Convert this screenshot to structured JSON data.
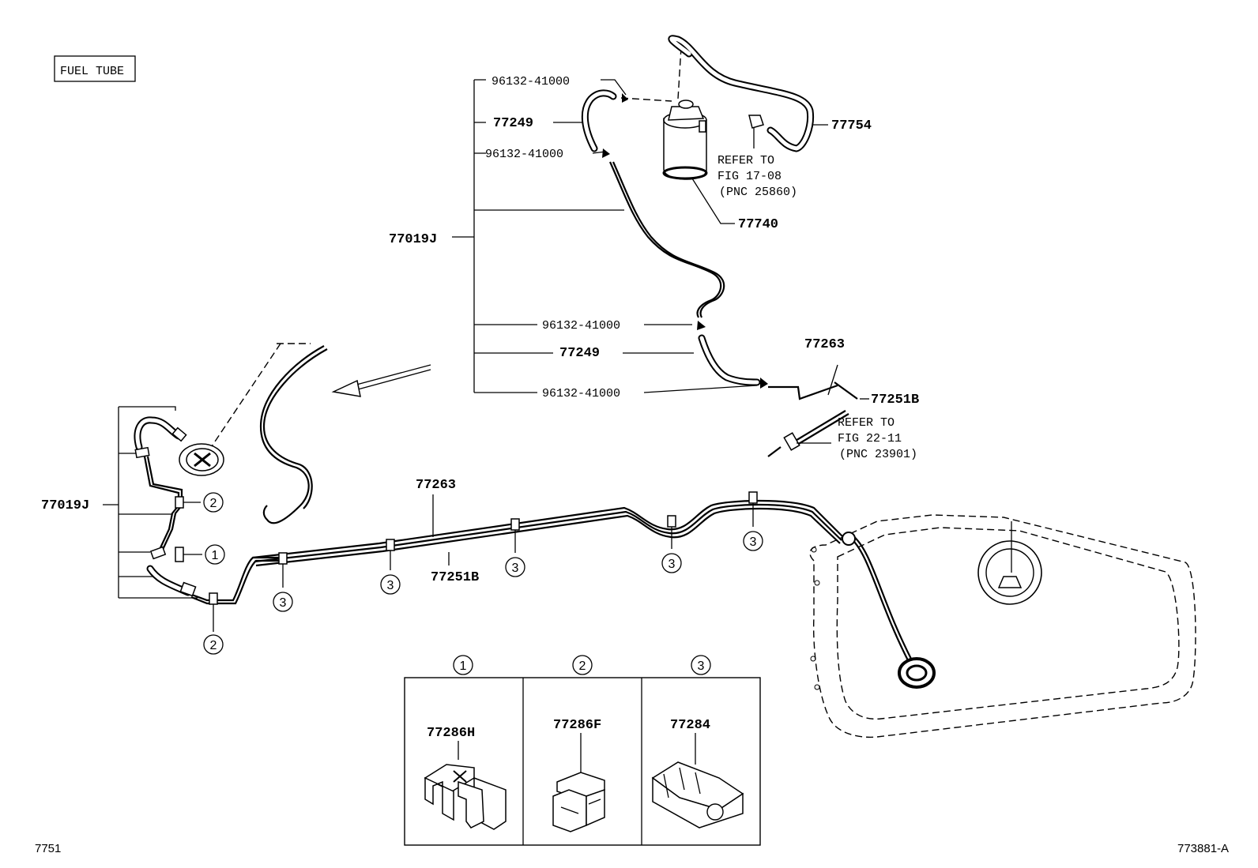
{
  "header": {
    "section_label": "FUEL TUBE"
  },
  "footer": {
    "page_code": "7751",
    "figure_code": "773881-A"
  },
  "callouts": {
    "clamp_1": "96132-41000",
    "hose_upper": "77249",
    "clamp_2": "96132-41000",
    "assembly_upper": "77019J",
    "clamp_3": "96132-41000",
    "hose_lower": "77249",
    "clamp_4": "96132-41000",
    "canister_hose": "77754",
    "canister": "77740",
    "tube_77263_right": "77263",
    "tube_77251b_right": "77251B",
    "tube_77263_mid": "77263",
    "tube_77251b_mid": "77251B",
    "assembly_left": "77019J"
  },
  "references": {
    "ref_1": {
      "line1": "REFER TO",
      "line2": "FIG 17-08",
      "line3": "(PNC 25860)"
    },
    "ref_2": {
      "line1": "REFER TO",
      "line2": "FIG 22-11",
      "line3": "(PNC 23901)"
    }
  },
  "clamp_markers": {
    "one": "1",
    "two": "2",
    "three": "3"
  },
  "legend": {
    "panels": [
      {
        "marker": "1",
        "part_number": "77286H"
      },
      {
        "marker": "2",
        "part_number": "77286F"
      },
      {
        "marker": "3",
        "part_number": "77284"
      }
    ]
  }
}
